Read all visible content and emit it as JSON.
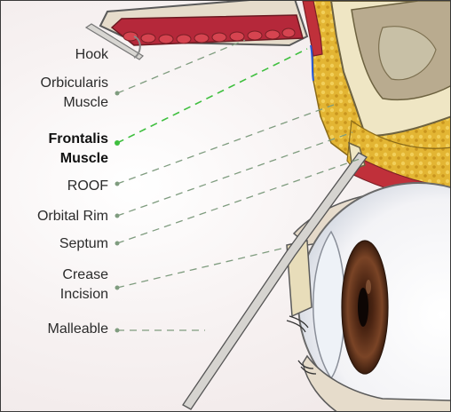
{
  "labels": {
    "hook": "Hook",
    "orbicularis": "Orbicularis\nMuscle",
    "frontalis": "Frontalis\nMuscle",
    "roof": "ROOF",
    "orbital_rim": "Orbital Rim",
    "septum": "Septum",
    "crease_incision": "Crease\nIncision",
    "malleable": "Malleable"
  },
  "colors": {
    "leader_default": "#7f9c7f",
    "leader_highlight": "#3fbf3f",
    "muscle": "#c0303a",
    "fat": "#e0b430",
    "bone": "#efe7c8",
    "iris": "#6b3a20"
  }
}
